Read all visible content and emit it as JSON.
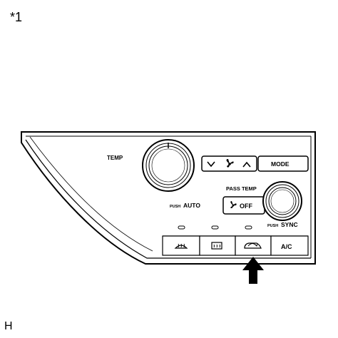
{
  "figure": {
    "callout_label": "*1",
    "figure_code": "H"
  },
  "panel": {
    "temp_label": "TEMP",
    "push_label_left": "PUSH",
    "auto_label": "AUTO",
    "mode_label": "MODE",
    "pass_temp_label": "PASS TEMP",
    "off_label": "OFF",
    "push_label_right": "PUSH",
    "sync_label": "SYNC",
    "ac_label": "A/C"
  },
  "icons": {
    "fan_down": "chevron-down-icon",
    "fan": "fan-icon",
    "fan_up": "chevron-up-icon",
    "front_defrost": "front-defroster-icon",
    "rear_defrost": "rear-defroster-icon",
    "recirculation": "air-recirculation-icon",
    "pointer": "arrow-up-icon"
  }
}
